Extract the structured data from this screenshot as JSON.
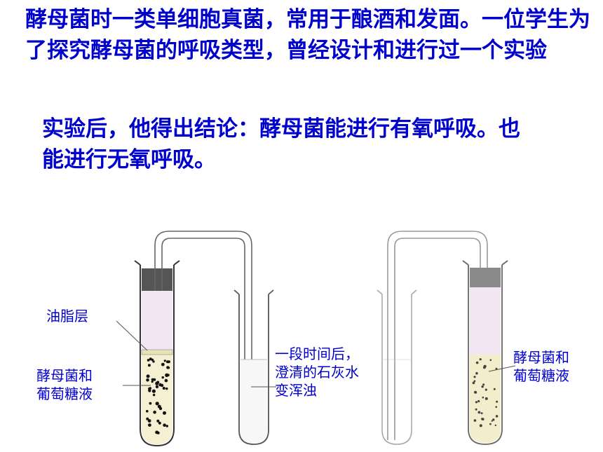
{
  "text": {
    "intro": "酵母菌时一类单细胞真菌，常用于酿酒和发面。一位学生为了探究酵母菌的呼吸类型，曾经设计和进行过一个实验",
    "conclusion": "实验后，他得出结论：酵母菌能进行有氧呼吸。也能进行无氧呼吸。"
  },
  "labels": {
    "oil_layer": "油脂层",
    "yeast_left": [
      "酵母菌和",
      "葡萄糖液"
    ],
    "limewater": [
      "一段时间后，",
      "澄清的石灰水",
      "变浑浊"
    ],
    "yeast_right": [
      "酵母菌和",
      "葡萄糖液"
    ]
  },
  "colors": {
    "text": "#0000cc",
    "yeast_left": "#f5f0d2",
    "yeast_right": "#f3edcc",
    "oil": "#e8e2b4",
    "stopper": "#555555",
    "air": "#f2e6f2"
  }
}
